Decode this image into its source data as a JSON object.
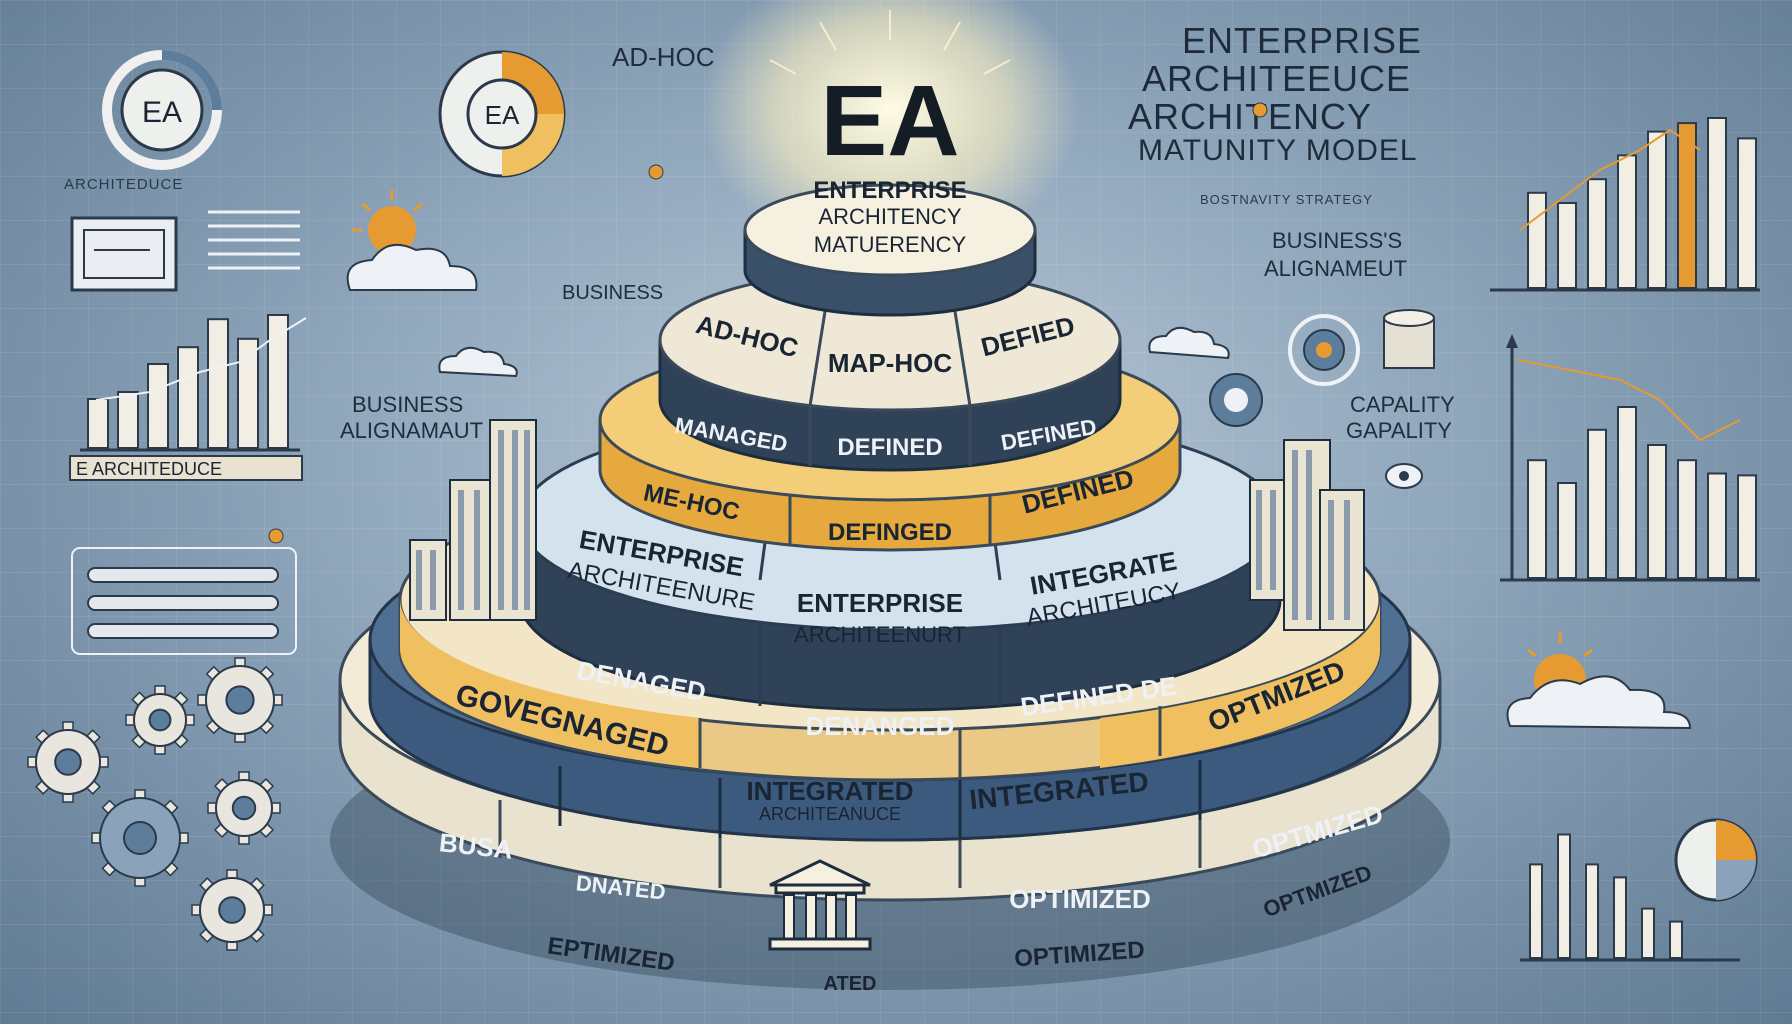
{
  "pyramid": {
    "apex_title": "EA",
    "top_label": [
      "ENTERPRISE",
      "ARCHITENCY",
      "MATUERENCY"
    ],
    "tier2": [
      "AD-HOC",
      "MAP-HOC",
      "DEFIED"
    ],
    "tier2_face": [
      "MANAGED",
      "DEFINED",
      "DEFINED"
    ],
    "tier3": [
      "ME-HOC",
      "DEFINGED",
      "DEFINED"
    ],
    "tier4": [
      [
        "ENTERPRISE",
        "ARCHITEENURE"
      ],
      [
        "ENTERPRISE",
        "ARCHITEENURT"
      ],
      [
        "INTEGRATE",
        "ARCHITEUCY"
      ]
    ],
    "tier4_face": [
      "DENAGED",
      "DENANGED",
      "DEFINED DE"
    ],
    "tier5": [
      "GOVEGNAGED",
      "INTEGRATED",
      "INTEGRATED",
      "OPTMIZED"
    ],
    "tier5_sub": "ARCHITEANUCE",
    "tier6_face": [
      "BUSA",
      "DNATED",
      "OPTIMIZED",
      "OPTMIZED"
    ],
    "tier7": [
      "EPTIMIZED",
      "ATED",
      "OPTIMIZED",
      "OPTMIZED"
    ]
  },
  "left_panel": {
    "badge_text": "EA",
    "badge_caption": "ARCHITEDUCE",
    "business_label": [
      "BUSINESS",
      "ALIGNAMAUT"
    ],
    "banner_text": "E ARCHITEDUCE"
  },
  "center_top": {
    "pie_badge_text": "EA",
    "adhoc_label": "AD-HOC",
    "business_label": "BUSINESS"
  },
  "right_panel": {
    "title_lines": [
      "ENTERPRISE",
      "ARCHITEEUCE",
      "ARCHITENCY",
      "MATUNITY MODEL"
    ],
    "strategy_label": "BOSTNAVITY STRATEGY",
    "alignment_label": [
      "BUSINESS'S",
      "ALIGNAMEUT"
    ],
    "capability_label": [
      "CAPALITY",
      "GAPALITY"
    ]
  },
  "charts": {
    "right_top_bars": [
      0.56,
      0.5,
      0.64,
      0.78,
      0.92,
      0.97,
      1.0,
      0.88
    ],
    "right_mid_bars": [
      0.62,
      0.5,
      0.78,
      0.9,
      0.7,
      0.62,
      0.55,
      0.54
    ],
    "left_mid_bars": [
      0.35,
      0.4,
      0.6,
      0.72,
      0.92,
      0.78,
      0.95
    ],
    "right_bottom_bars": [
      0.72,
      0.95,
      0.72,
      0.62,
      0.38,
      0.28
    ]
  },
  "colors": {
    "cream": "#f4ecd8",
    "gold": "#f0c060",
    "navy": "#3c5a7e",
    "pale_blue": "#d4e2ee",
    "dark_face": "#2f4258",
    "orange": "#e69a32"
  }
}
